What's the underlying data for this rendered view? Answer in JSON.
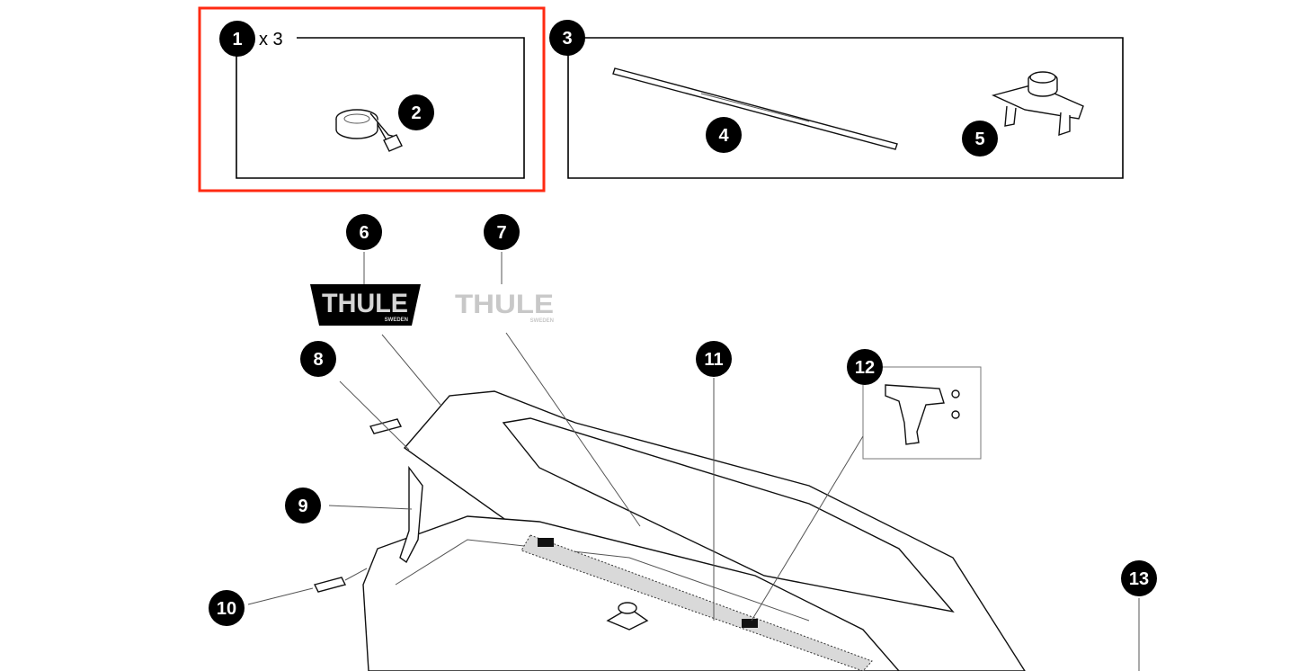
{
  "diagram": {
    "callouts": [
      "1",
      "2",
      "3",
      "4",
      "5",
      "6",
      "7",
      "8",
      "9",
      "10",
      "11",
      "12",
      "13"
    ],
    "quantity_label": "x 3",
    "logo_dark": {
      "brand": "THULE",
      "sub": "SWEDEN"
    },
    "logo_light": {
      "brand": "THULE",
      "sub": "SWEDEN"
    },
    "highlight_color": "#ff2a12"
  }
}
